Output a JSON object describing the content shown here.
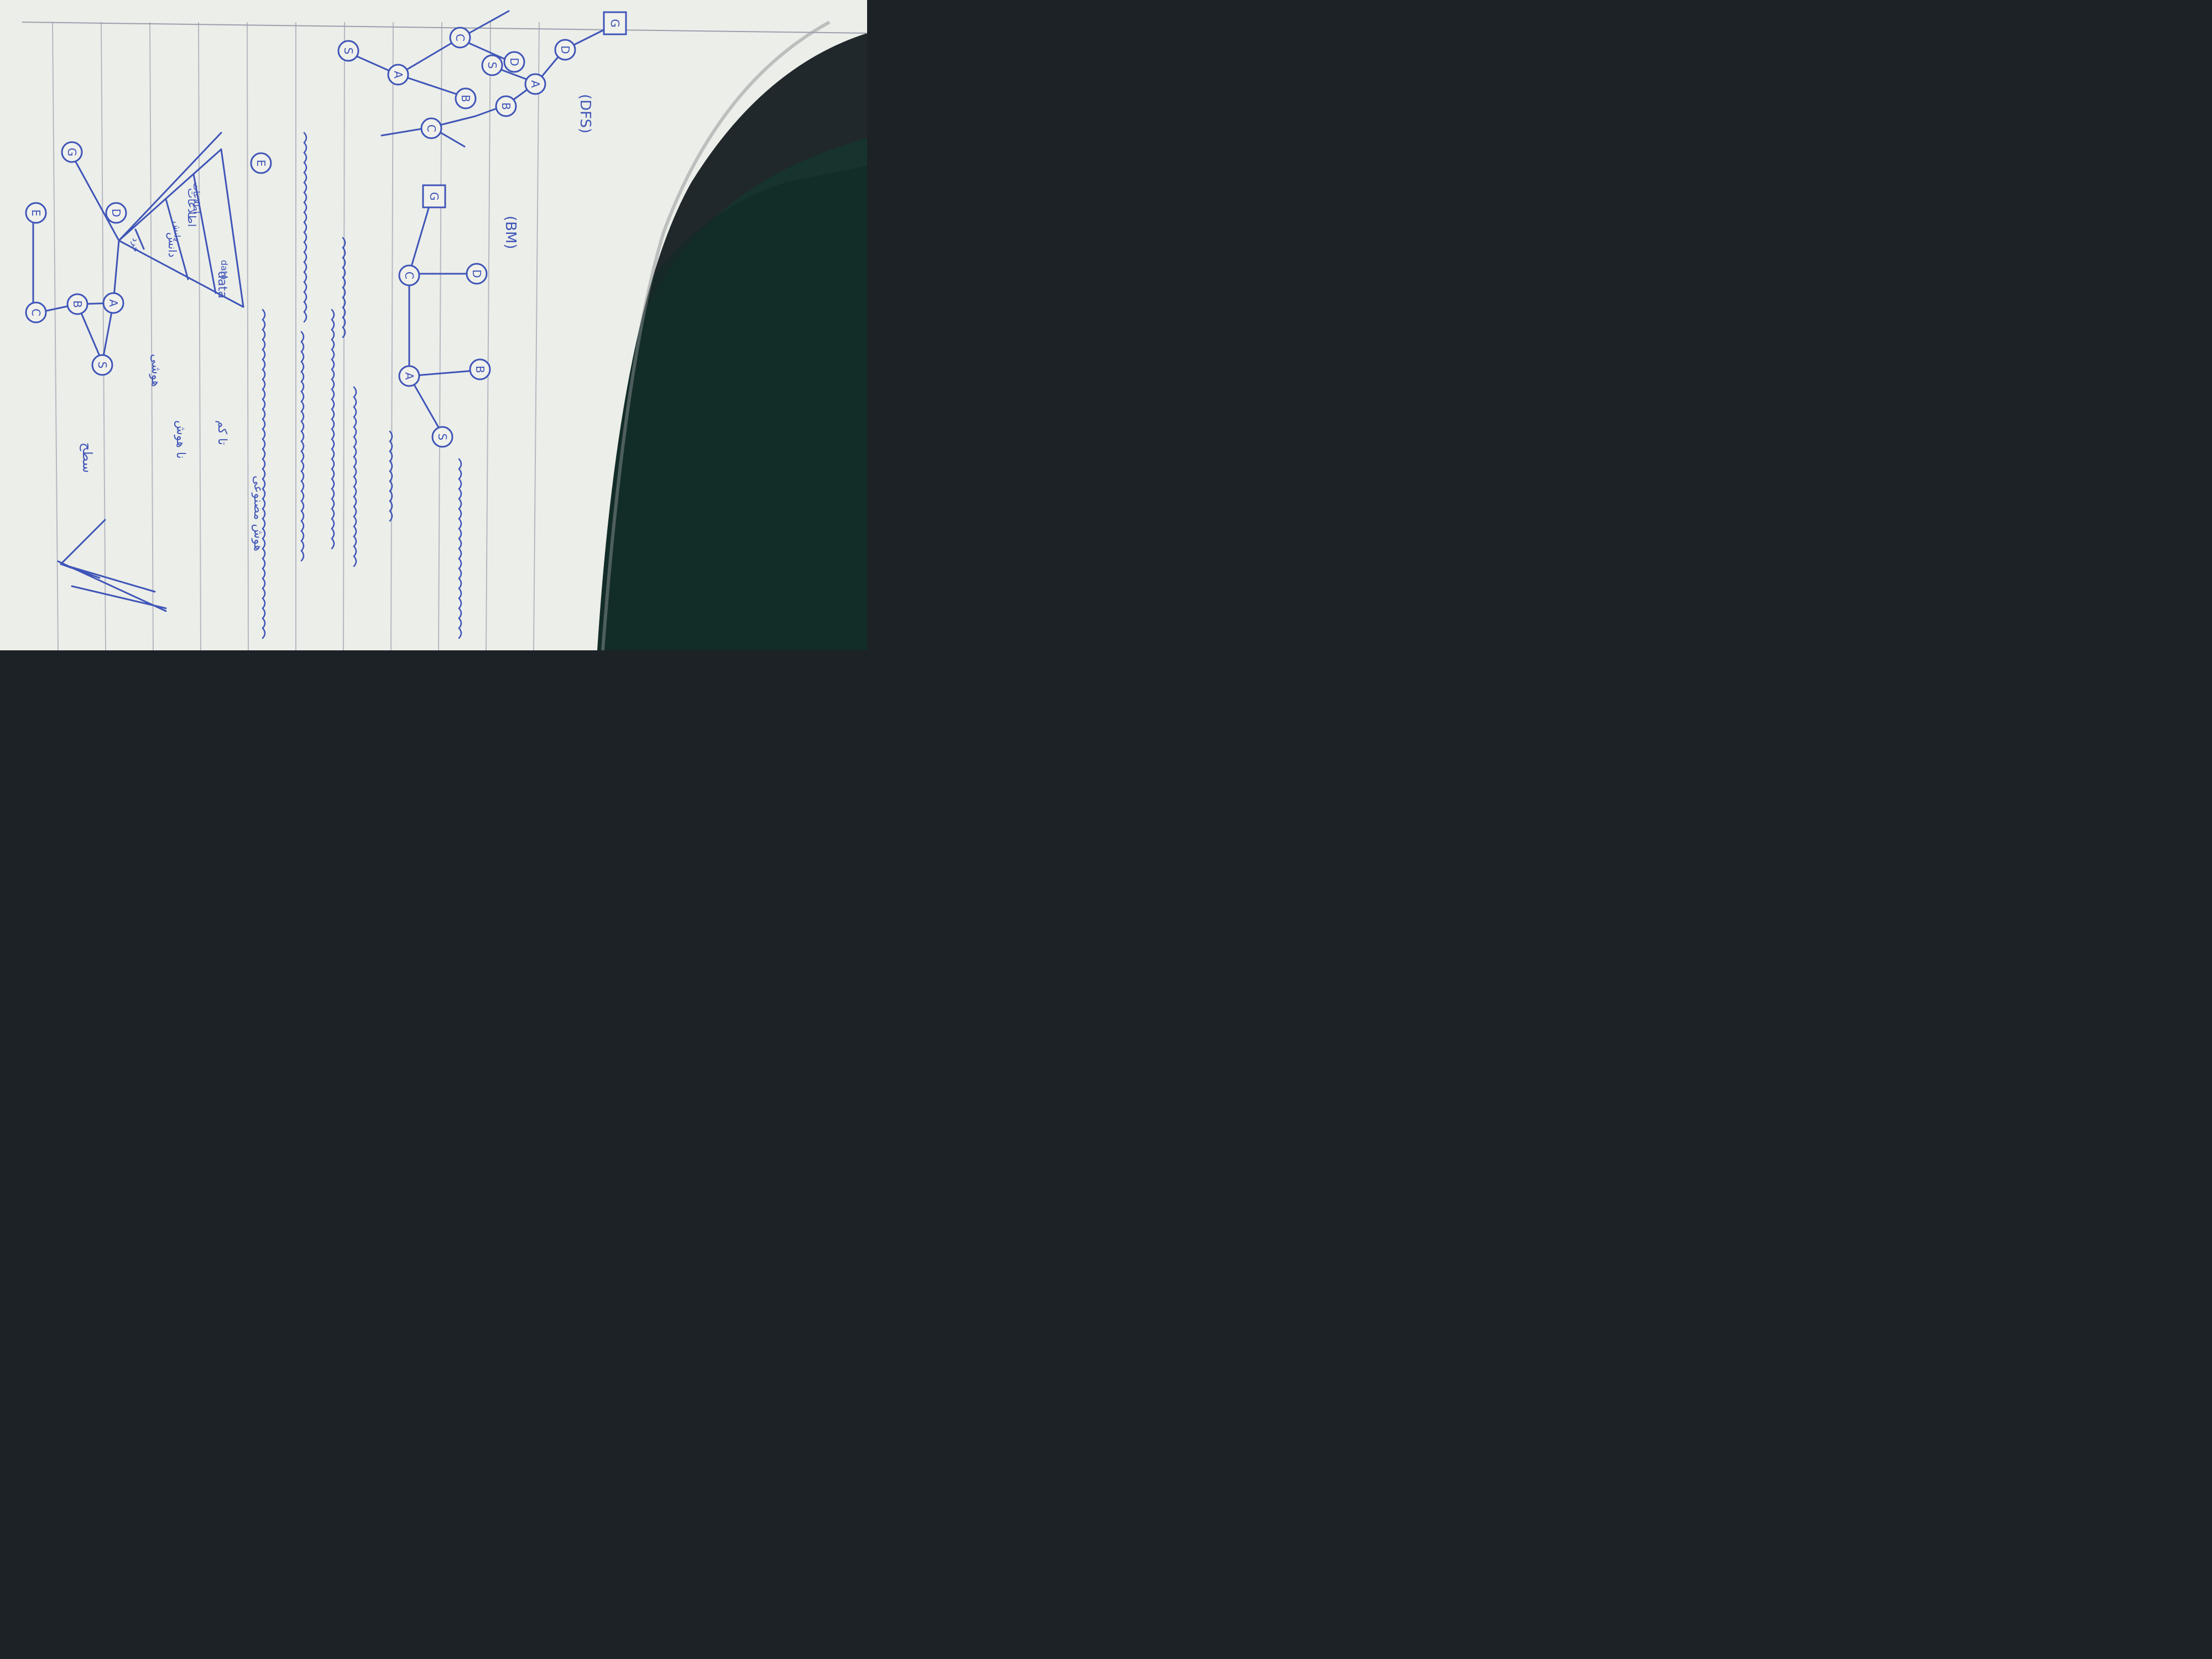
{
  "photo": {
    "subject": "handwritten-notebook-page",
    "ink_color": "#3f55b8",
    "paper_color": "#f1f1ec",
    "rule_color": "#b9bcc4",
    "background_color": "#1f2629",
    "fabric_color": "#173a34"
  },
  "margin_labels": {
    "dfs": "(DFS)",
    "bm": "(BM)"
  },
  "persian_notes": {
    "surface": "سطح",
    "weather": "هوشی",
    "not_smart": "نا هوش",
    "knowledge": "دانش",
    "information": "اطلاعات",
    "data": "data",
    "search_problem": "هوش مصنوعی",
    "concept_tree": "تا کم"
  },
  "graph_top": {
    "nodes": [
      "S",
      "A",
      "B",
      "C",
      "E",
      "D",
      "G"
    ]
  },
  "graph_right": {
    "nodes": [
      "S",
      "A",
      "B",
      "C",
      "D",
      "G"
    ]
  },
  "graph_bottom": {
    "nodes": [
      "S",
      "A",
      "B",
      "C",
      "D",
      "G"
    ]
  },
  "graph_upper": {
    "nodes": [
      "S",
      "A",
      "B",
      "C",
      "D",
      "E"
    ]
  },
  "pyramid": {
    "levels": [
      "خرد",
      "دانش",
      "اطلاعات",
      "data"
    ]
  }
}
